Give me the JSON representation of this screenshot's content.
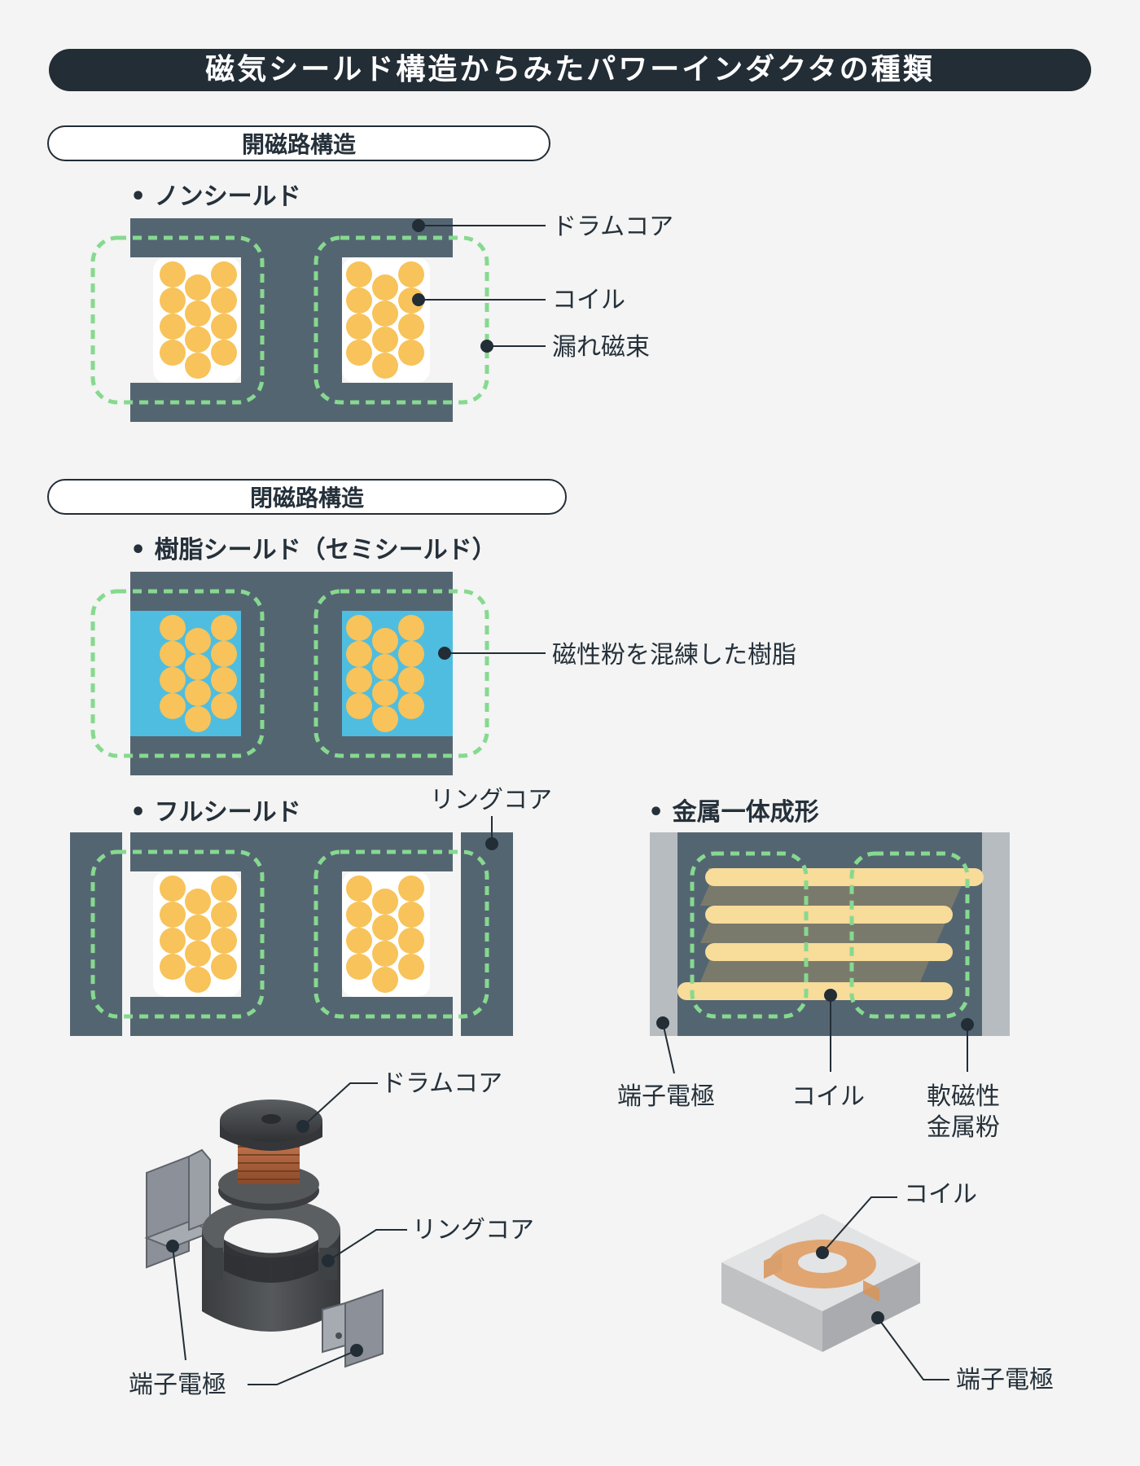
{
  "title": "磁気シールド構造からみたパワーインダクタの種類",
  "open_section": {
    "label": "開磁路構造",
    "nonshield": {
      "bullet": "• ノンシールド",
      "callouts": {
        "drum_core": "ドラムコア",
        "coil": "コイル",
        "leak_flux": "漏れ磁束"
      }
    }
  },
  "closed_section": {
    "label": "閉磁路構造",
    "resin": {
      "bullet": "• 樹脂シールド（セミシールド）",
      "callout": "磁性粉を混練した樹脂"
    },
    "full": {
      "bullet": "• フルシールド",
      "callout": "リングコア"
    },
    "metal": {
      "bullet": "• 金属一体成形",
      "callouts": {
        "terminal": "端子電極",
        "coil": "コイル",
        "soft_powder_1": "軟磁性",
        "soft_powder_2": "金属粉"
      }
    }
  },
  "exploded_left": {
    "drum_core": "ドラムコア",
    "ring_core": "リングコア",
    "terminal": "端子電極"
  },
  "render_right": {
    "coil": "コイル",
    "terminal": "端子電極"
  },
  "colors": {
    "core": "#546572",
    "coil": "#f7c35a",
    "flux": "#86d98f",
    "resin": "#4fbde0",
    "terminal_gray": "#b7bcc1",
    "flat_coil": "#f7dc9a",
    "dark": "#232d36"
  }
}
